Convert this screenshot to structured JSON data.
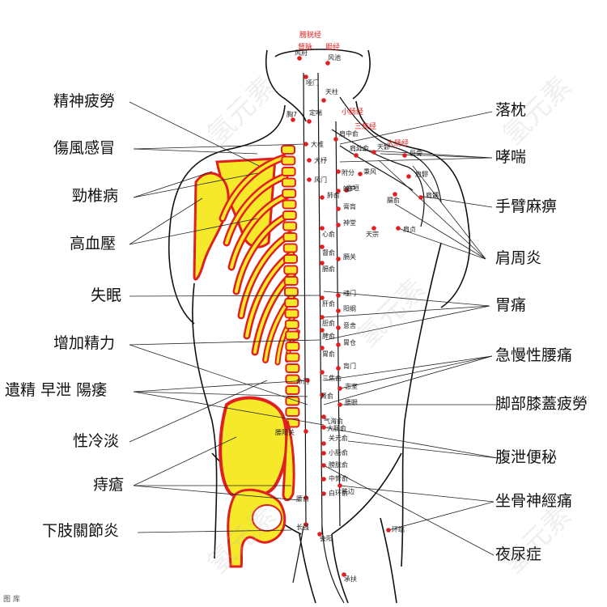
{
  "meridians": [
    "膀胱经",
    "督脉",
    "胆经",
    "小肠经",
    "三焦经",
    "大肠经"
  ],
  "points": [
    "风府",
    "风池",
    "天柱",
    "哑门",
    "定喘",
    "大椎",
    "肩中俞",
    "大杼",
    "肩外俞",
    "天髎",
    "风门",
    "附分",
    "巨骨",
    "肩髃",
    "曲垣",
    "秉风",
    "魄户",
    "膏肓",
    "肩髎",
    "肺俞",
    "天宗",
    "心俞",
    "神堂",
    "臑俞",
    "督俞",
    "肩贞",
    "膈关",
    "膈俞",
    "魂门",
    "肝俞",
    "阳纲",
    "胆俞",
    "意舍",
    "脾俞",
    "胃仓",
    "胃俞",
    "肓门",
    "三焦俞",
    "命门",
    "志室",
    "肾俞",
    "腰眼",
    "气海俞",
    "大肠俞",
    "腰阳关",
    "关元俞",
    "小肠俞",
    "膀胱俞",
    "中膂俞",
    "白环俞",
    "秩边",
    "腰俞",
    "长强",
    "环跳",
    "会阳",
    "承扶",
    "胸7"
  ],
  "left_labels": [
    "精神疲勞",
    "傷風感冒",
    "勁椎病",
    "高血壓",
    "失眠",
    "增加精力",
    "遺精 早泄 陽痿",
    "性冷淡",
    "痔瘡",
    "下肢關節炎"
  ],
  "right_labels": [
    "落枕",
    "哮喘",
    "手臂麻痹",
    "肩周炎",
    "胃痛",
    "急慢性腰痛",
    "脚部膝蓋疲勞",
    "腹泄便秘",
    "坐骨神經痛",
    "夜尿症"
  ],
  "watermark": "氢元素",
  "footer": "图 库"
}
